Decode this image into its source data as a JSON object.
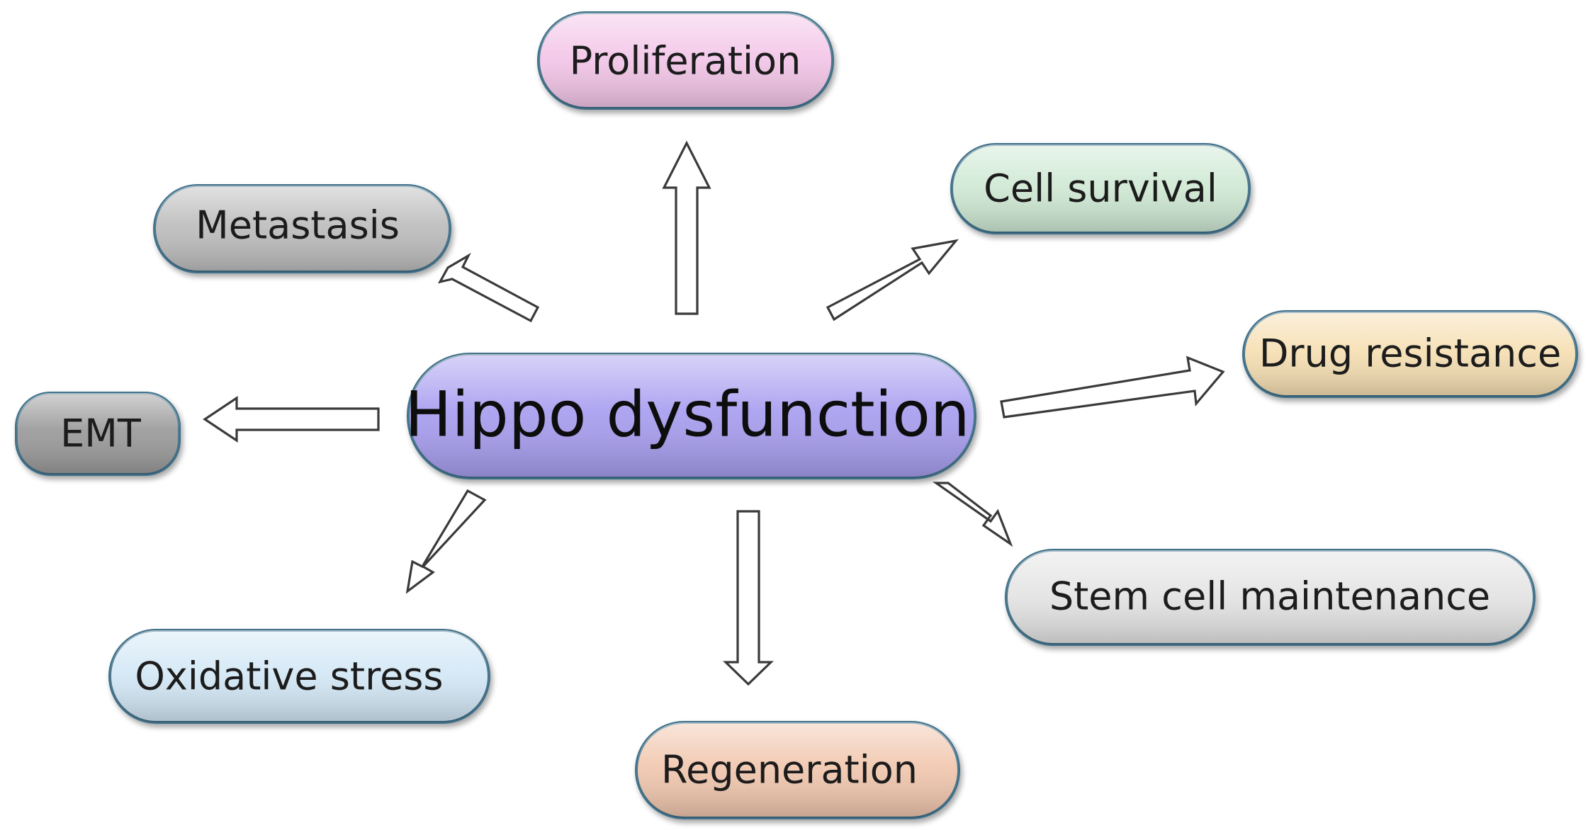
{
  "center": {
    "label": "Hippo dysfunction",
    "color": "#a89ef0"
  },
  "nodes": {
    "proliferation": {
      "label": "Proliferation",
      "color": "#f3c6e8"
    },
    "cell_survival": {
      "label": "Cell survival",
      "color": "#cfe9d4"
    },
    "drug_resistance": {
      "label": "Drug resistance",
      "color": "#f6dfb3"
    },
    "stem_cell_maintenance": {
      "label": "Stem cell maintenance",
      "color": "#e4e4e4"
    },
    "regeneration": {
      "label": "Regeneration",
      "color": "#f1c7ae"
    },
    "oxidative_stress": {
      "label": "Oxidative stress",
      "color": "#d3e8f6"
    },
    "emt": {
      "label": "EMT",
      "color": "#9a9a9a"
    },
    "metastasis": {
      "label": "Metastasis",
      "color": "#bdbdbd"
    }
  }
}
